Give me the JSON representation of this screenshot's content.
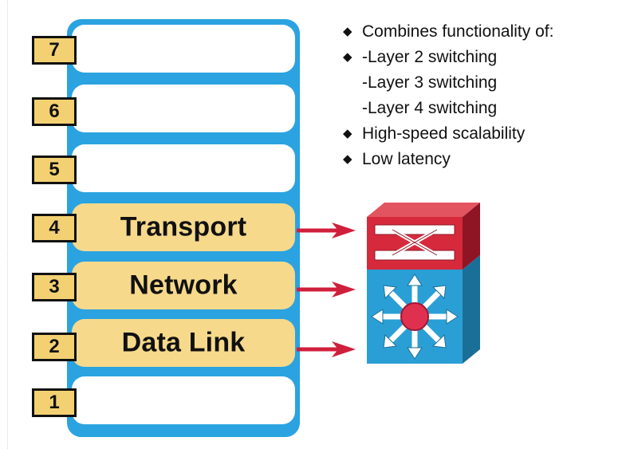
{
  "layers": [
    {
      "number": "7",
      "label": ""
    },
    {
      "number": "6",
      "label": ""
    },
    {
      "number": "5",
      "label": ""
    },
    {
      "number": "4",
      "label": "Transport"
    },
    {
      "number": "3",
      "label": "Network"
    },
    {
      "number": "2",
      "label": "Data Link"
    },
    {
      "number": "1",
      "label": ""
    }
  ],
  "bullets": [
    {
      "marker": "◆",
      "text": "Combines functionality of:"
    },
    {
      "marker": "◆",
      "text": "-Layer 2 switching"
    },
    {
      "marker": "",
      "text": "-Layer 3 switching"
    },
    {
      "marker": "",
      "text": "-Layer 4 switching"
    },
    {
      "marker": "◆",
      "text": "High-speed scalability"
    },
    {
      "marker": "◆",
      "text": "Low latency"
    }
  ],
  "colors": {
    "stack_border": "#2aa3e0",
    "layer_fill": "#f6d98b",
    "number_fill": "#f3d173",
    "arrow": "#d01f3c",
    "device_top": "#d62a3c",
    "device_bottom": "#2a9fd6"
  },
  "icons": {
    "device": "multilayer-switch-icon",
    "arrow": "right-arrow-icon"
  }
}
